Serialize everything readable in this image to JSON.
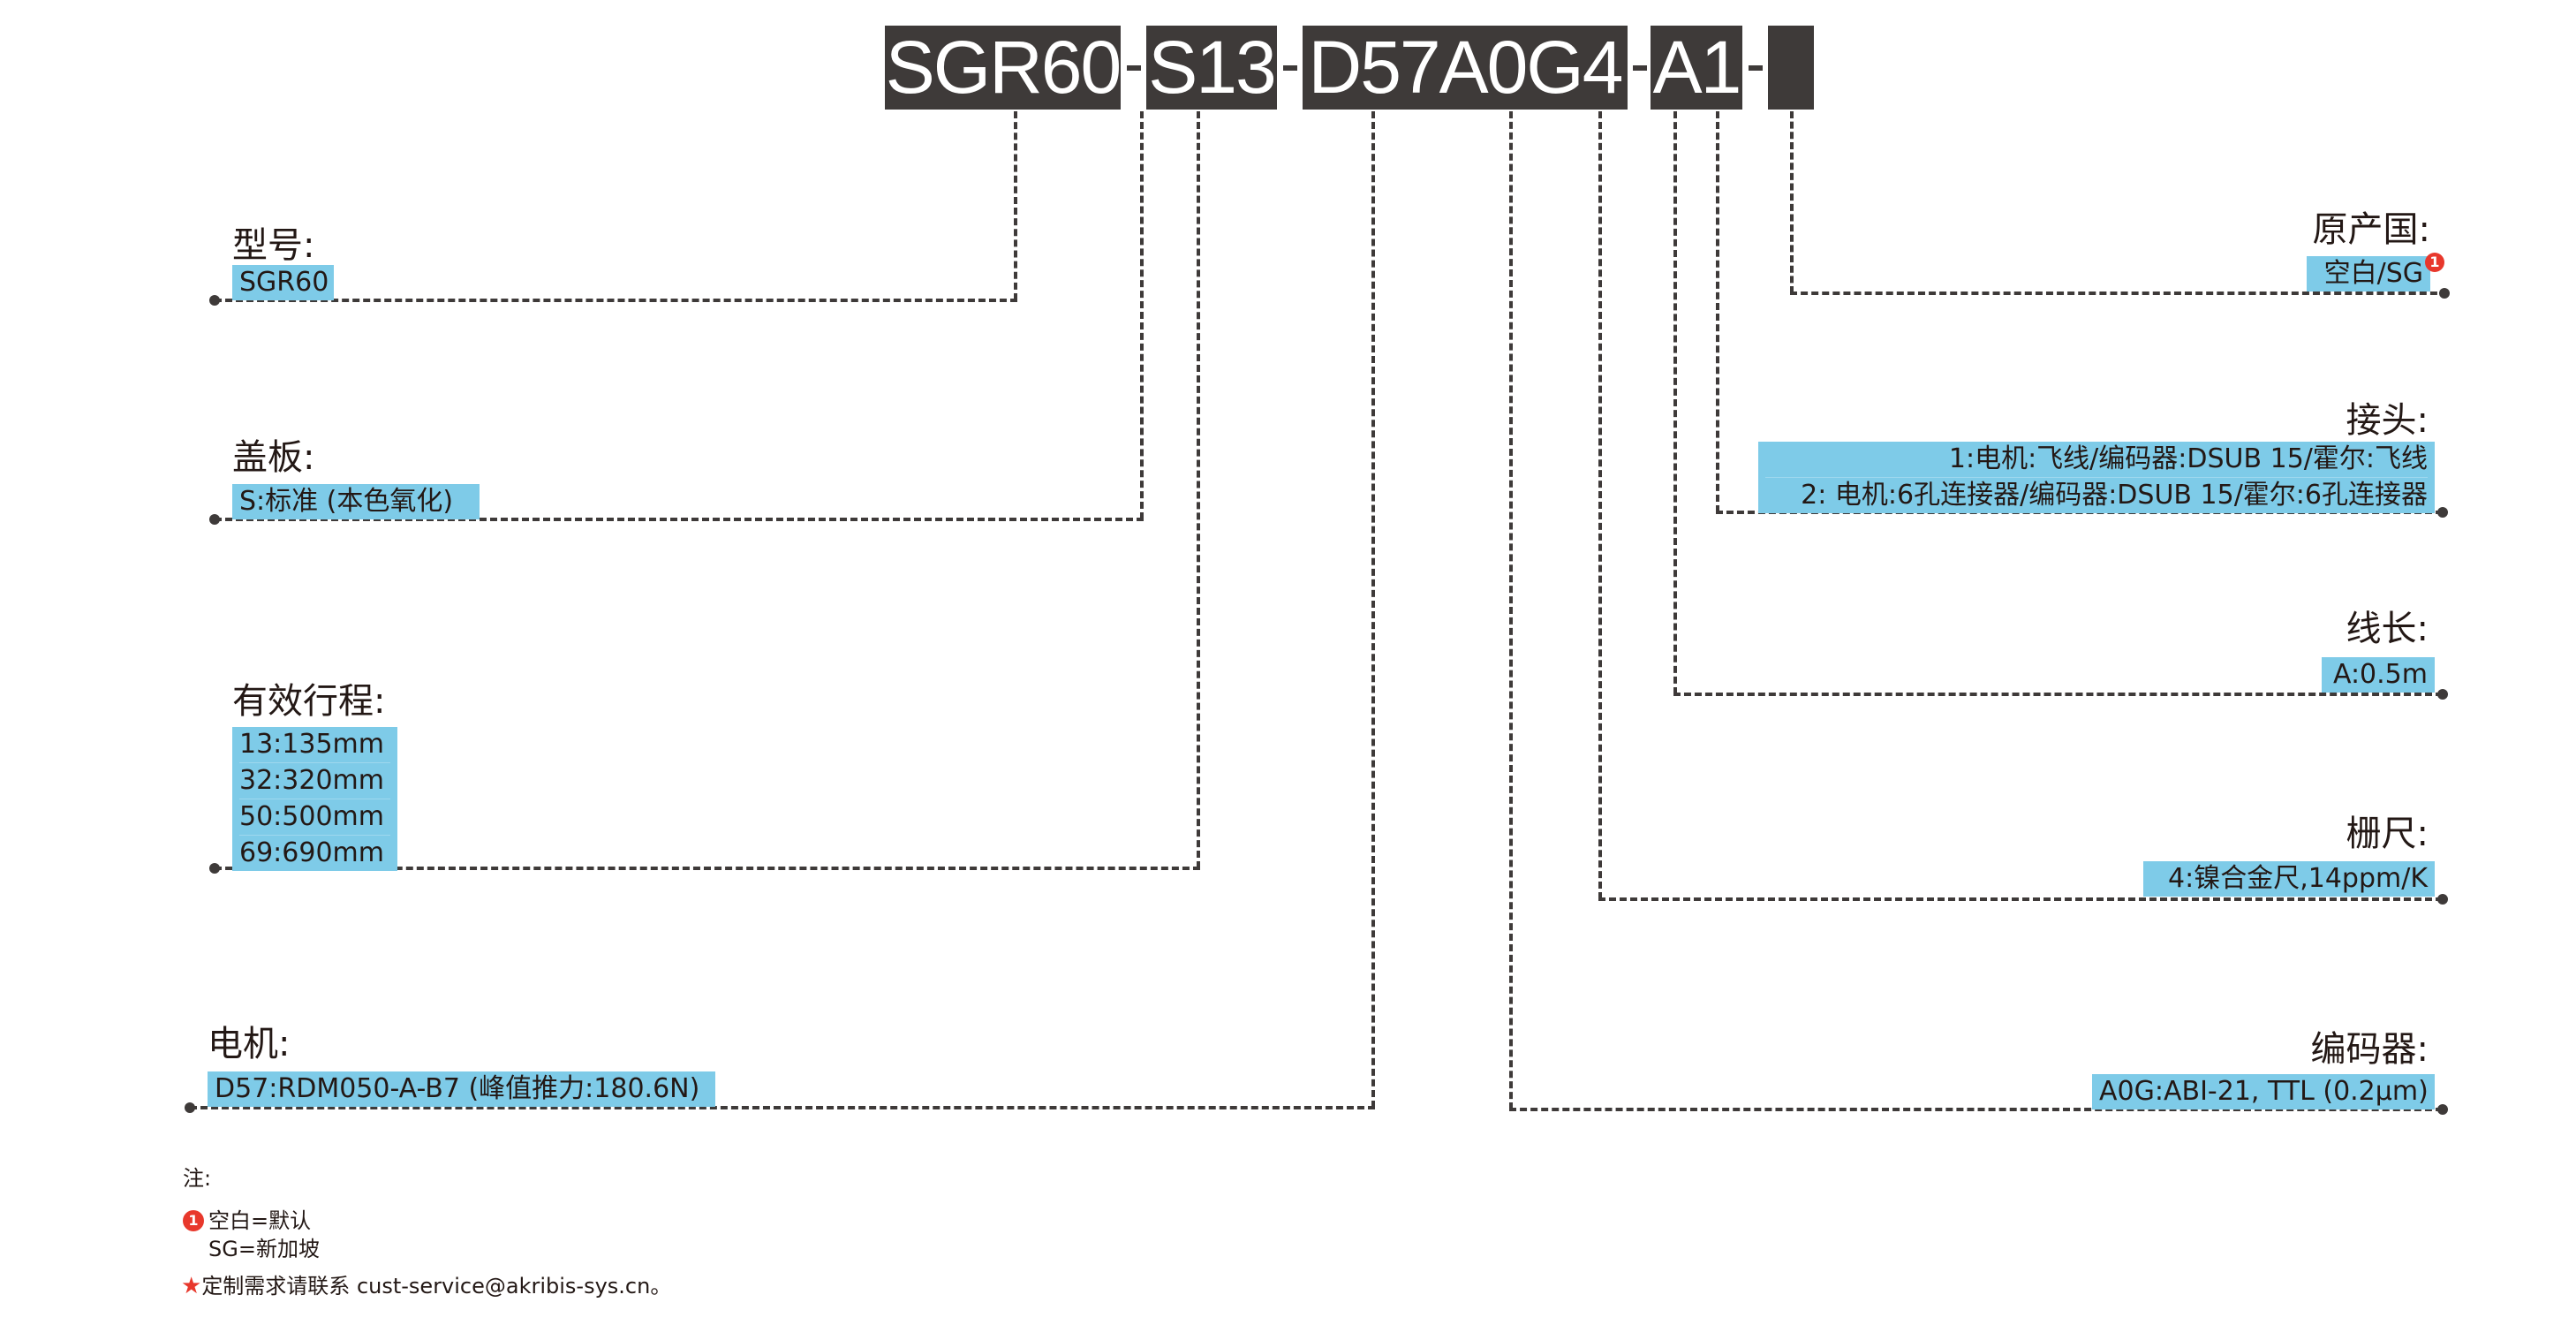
{
  "part_code": {
    "segments": [
      "SGR60",
      "S13",
      "D57A0G4",
      "A1",
      ""
    ],
    "separator": "-",
    "box_color": "#3e3a39",
    "text_color": "#ffffff"
  },
  "left_fields": [
    {
      "title": "型号:",
      "values": [
        "SGR60"
      ]
    },
    {
      "title": "盖板:",
      "values": [
        "S:标准 (本色氧化)"
      ]
    },
    {
      "title": "有效行程:",
      "values": [
        "13:135mm",
        "32:320mm",
        "50:500mm",
        "69:690mm"
      ]
    },
    {
      "title": "电机:",
      "values": [
        "D57:RDM050-A-B7 (峰值推力:180.6N)"
      ]
    }
  ],
  "right_fields": [
    {
      "title": "原产国:",
      "values": [
        "空白/SG"
      ],
      "badge": "1"
    },
    {
      "title": "接头:",
      "values": [
        "1:电机:飞线/编码器:DSUB 15/霍尔:飞线",
        "2: 电机:6孔连接器/编码器:DSUB 15/霍尔:6孔连接器"
      ]
    },
    {
      "title": "线长:",
      "values": [
        "A:0.5m"
      ]
    },
    {
      "title": "栅尺:",
      "values": [
        "4:镍合金尺,14ppm/K"
      ]
    },
    {
      "title": "编码器:",
      "values": [
        "A0G:ABI-21, TTL (0.2μm)"
      ]
    }
  ],
  "notes": {
    "heading": "注:",
    "badge": "1",
    "line1": "空白=默认",
    "line2": "SG=新加坡",
    "star": "★",
    "line3": "定制需求请联系 cust-service@akribis-sys.cn。"
  },
  "colors": {
    "highlight": "#7ecbe8",
    "line": "#3e3a39",
    "badge": "#e8382c",
    "text": "#231815"
  }
}
